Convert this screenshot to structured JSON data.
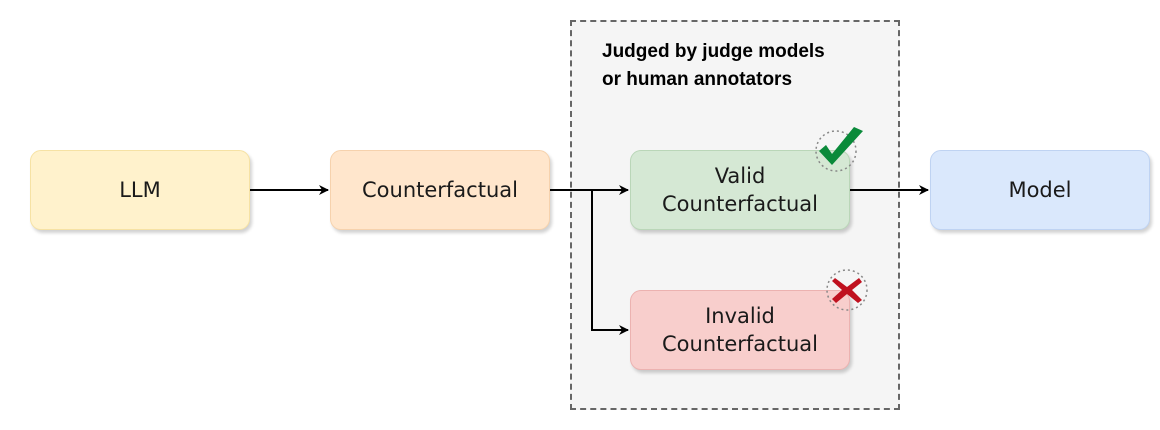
{
  "judge_region": {
    "title_line1": "Judged by judge models",
    "title_line2": "or human annotators"
  },
  "nodes": {
    "llm": "LLM",
    "counterfactual": "Counterfactual",
    "valid_line1": "Valid",
    "valid_line2": "Counterfactual",
    "invalid_line1": "Invalid",
    "invalid_line2": "Counterfactual",
    "model": "Model"
  },
  "badges": {
    "valid": "check-icon",
    "invalid": "cross-icon"
  },
  "colors": {
    "llm_fill": "#fff2cc",
    "counterfactual_fill": "#ffe6cc",
    "valid_fill": "#d5e8d4",
    "invalid_fill": "#f8cecc",
    "model_fill": "#dae8fc",
    "judge_region_fill": "#f5f5f5",
    "check_color": "#0a8a3a",
    "cross_color": "#c0111f"
  }
}
